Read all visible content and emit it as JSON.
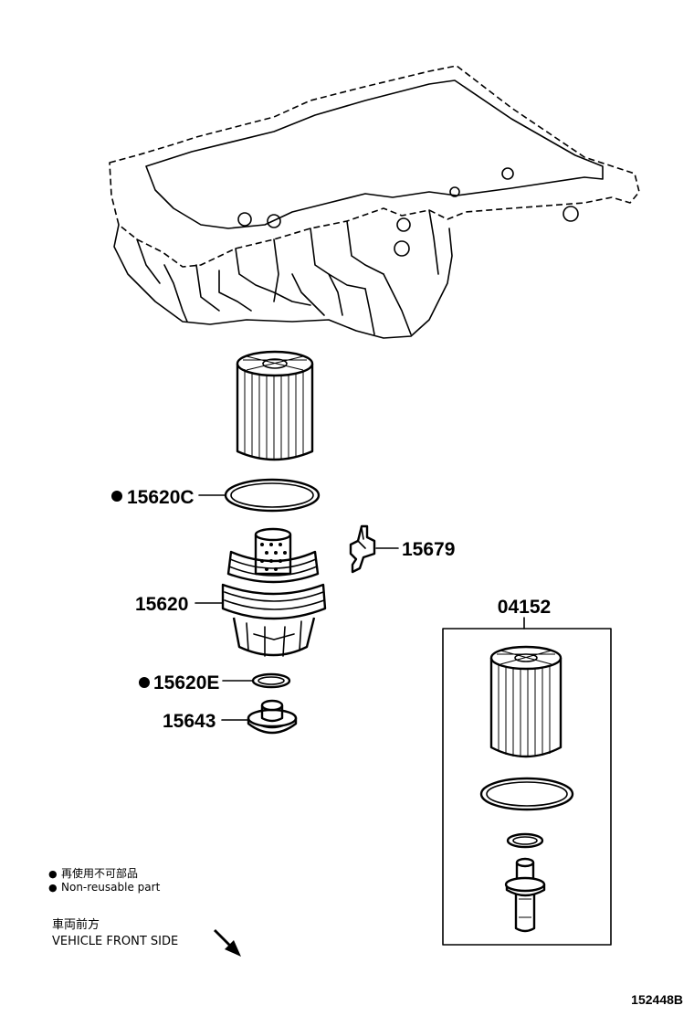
{
  "parts": {
    "p15620C": "15620C",
    "p15679": "15679",
    "p15620": "15620",
    "p04152": "04152",
    "p15620E": "15620E",
    "p15643": "15643"
  },
  "legend": {
    "marker": "●",
    "line1": "再使用不可部品",
    "line2": "Non-reusable part"
  },
  "direction": {
    "jp": "車両前方",
    "en": "VEHICLE FRONT SIDE"
  },
  "figure_id": "152448B"
}
